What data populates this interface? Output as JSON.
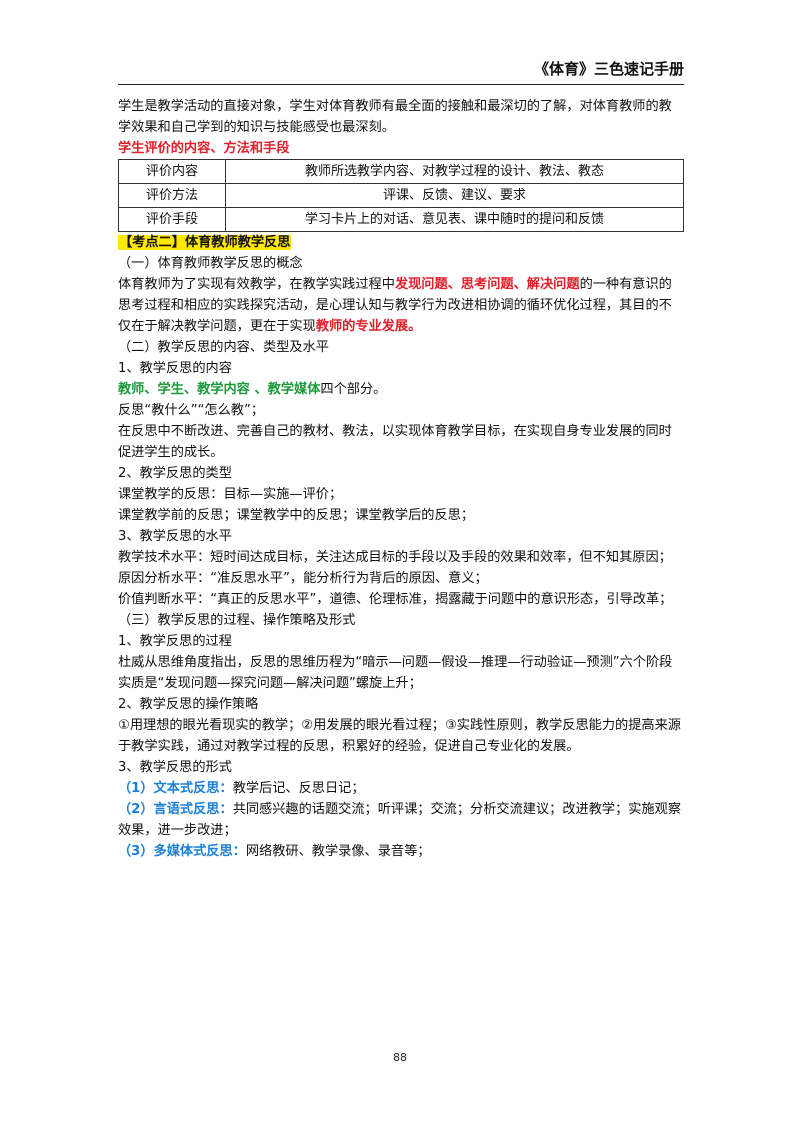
{
  "header": {
    "title": "《体育》三色速记手册"
  },
  "intro": "学生是教学活动的直接对象，学生对体育教师有最全面的接触和最深切的了解，对体育教师的教学效果和自己学到的知识与技能感受也最深刻。",
  "eval_heading": "学生评价的内容、方法和手段",
  "eval_table": [
    {
      "label": "评价内容",
      "value": "教师所选教学内容、对教学过程的设计、教法、教态"
    },
    {
      "label": "评价方法",
      "value": "评课、反馈、建议、要求"
    },
    {
      "label": "评价手段",
      "value": "学习卡片上的对话、意见表、课中随时的提问和反馈"
    }
  ],
  "section2_title": "【考点二】体育教师教学反思",
  "concept": {
    "title": "（一）体育教师教学反思的概念",
    "p1_a": "体育教师为了实现有效教学，在教学实践过程中",
    "p1_red": "发现问题、思考问题、解决问题",
    "p1_b": "的一种有意识的思考过程和相应的实践探究活动，是心理认知与教学行为改进相协调的循环优化过程，其目的不仅在于解决教学问题，更在于实现",
    "p1_red2": "教师的专业发展。"
  },
  "part2": {
    "title": "（二）教学反思的内容、类型及水平",
    "content_title": "1、教学反思的内容",
    "content_green": "教师、学生、教学内容 、教学媒体",
    "content_tail": "四个部分。",
    "reflect_what": "反思“教什么”“怎么教”；",
    "reflect_goal": "在反思中不断改进、完善自己的教材、教法，以实现体育教学目标，在实现自身专业发展的同时促进学生的成长。",
    "types_title": "2、教学反思的类型",
    "type1": "课堂教学的反思：目标—实施—评价；",
    "type2": "课堂教学前的反思；课堂教学中的反思；课堂教学后的反思；",
    "levels_title": "3、教学反思的水平",
    "level1": "教学技术水平：短时间达成目标，关注达成目标的手段以及手段的效果和效率，但不知其原因；",
    "level2": "原因分析水平：“准反思水平”，能分析行为背后的原因、意义；",
    "level3": "价值判断水平：“真正的反思水平”，道德、伦理标准，揭露藏于问题中的意识形态，引导改革；"
  },
  "part3": {
    "title": "（三）教学反思的过程、操作策略及形式",
    "process_title": "1、教学反思的过程",
    "process1": "杜威从思维角度指出，反思的思维历程为“暗示—问题—假设—推理—行动验证—预测”六个阶段",
    "process2": "实质是“发现问题—探究问题—解决问题”螺旋上升；",
    "strategy_title": "2、教学反思的操作策略",
    "strategy": "①用理想的眼光看现实的教学；②用发展的眼光看过程；③实践性原则，教学反思能力的提高来源于教学实践，通过对教学过程的反思，积累好的经验，促进自己专业化的发展。",
    "forms_title": "3、教学反思的形式",
    "forms": [
      {
        "label": "（1）文本式反思：",
        "text": "教学后记、反思日记；"
      },
      {
        "label": "（2）言语式反思：",
        "text": "共同感兴趣的话题交流；听评课；交流；分析交流建议；改进教学；实施观察效果，进一步改进；"
      },
      {
        "label": "（3）多媒体式反思：",
        "text": "网络教研、教学录像、录音等；"
      }
    ]
  },
  "footer": {
    "page_number": "88"
  },
  "colors": {
    "red": "#e0202a",
    "green": "#1e9a3c",
    "blue": "#1b7fd6",
    "highlight": "#ffe800"
  }
}
